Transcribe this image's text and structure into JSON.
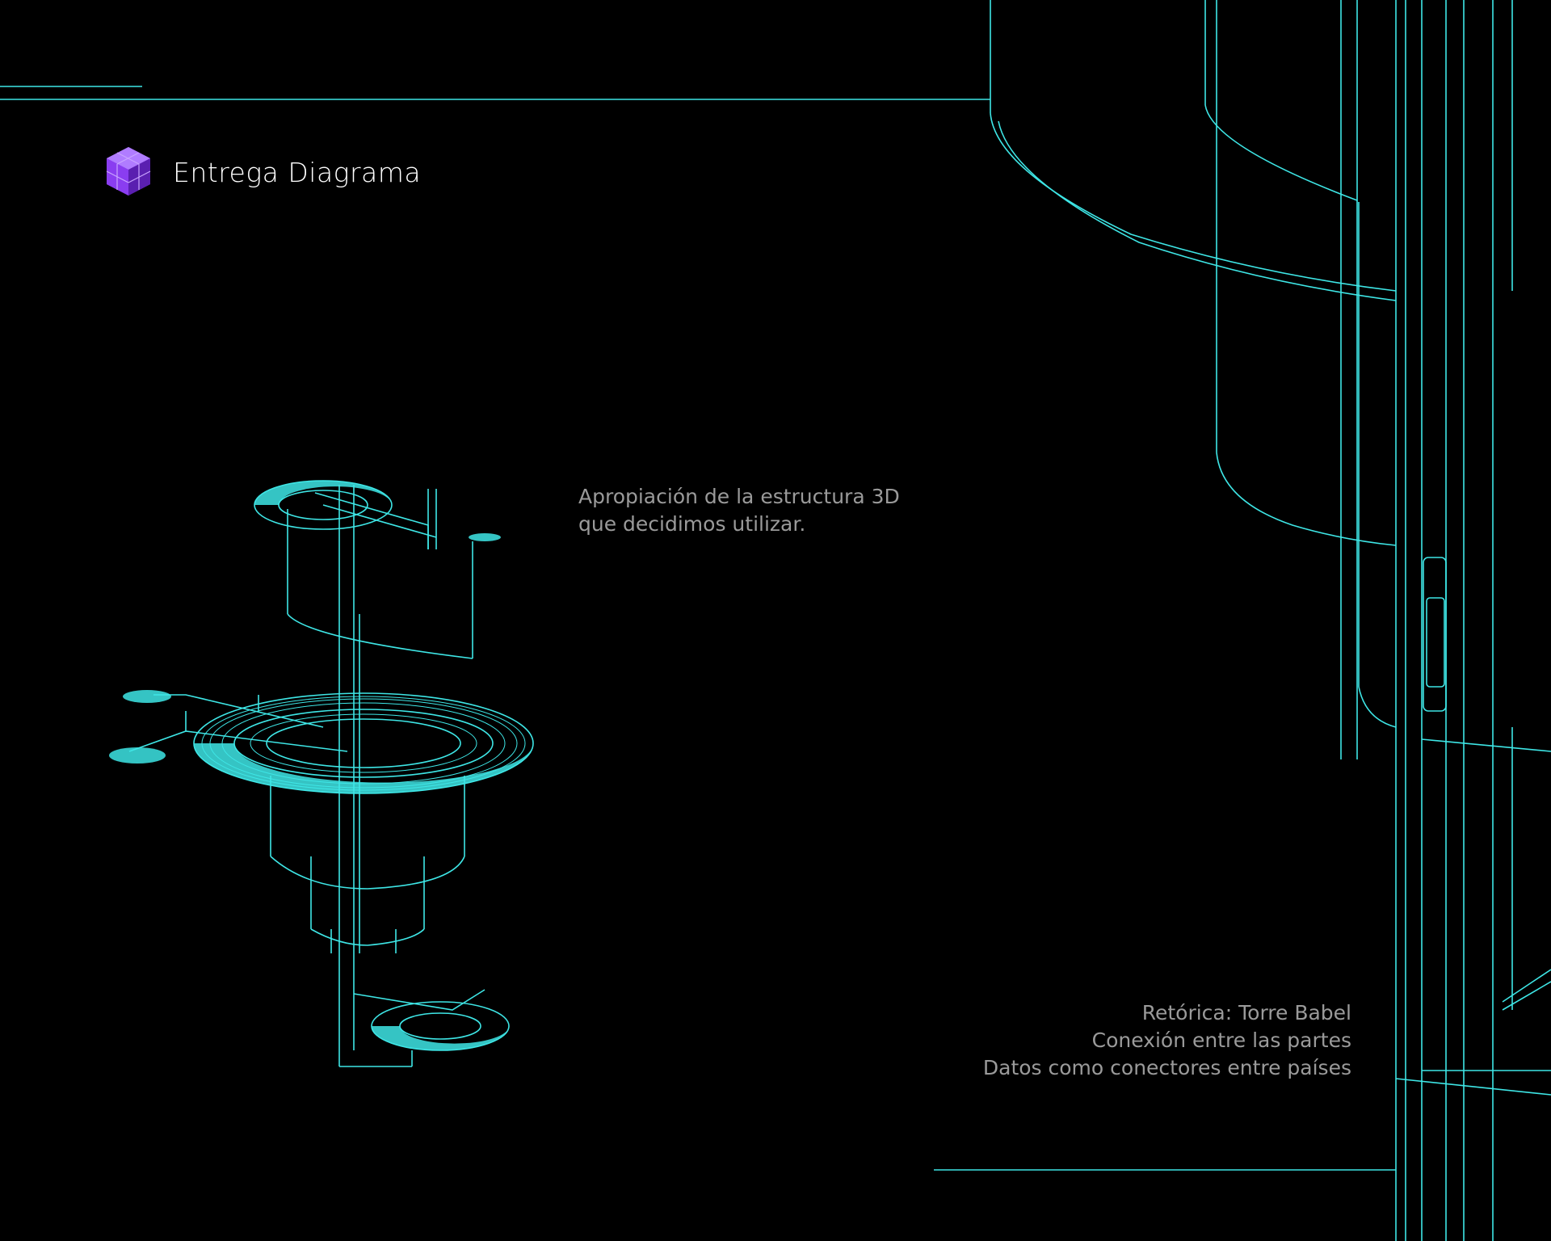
{
  "header": {
    "logo_icon": "purple-isometric-cube-logo",
    "title": "Entrega Diagrama"
  },
  "caption": {
    "lines": [
      "Apropiación de la estructura 3D",
      "que decidimos utilizar."
    ]
  },
  "notes": {
    "lines": [
      "Retórica: Torre Babel",
      "Conexión entre las partes",
      "Datos como conectores entre países"
    ]
  },
  "colors": {
    "background": "#000000",
    "wireframe": "#3ee6e6",
    "logo": "#8a3df0",
    "title_text": "#ffffff",
    "body_text": "#9a9a9a"
  }
}
